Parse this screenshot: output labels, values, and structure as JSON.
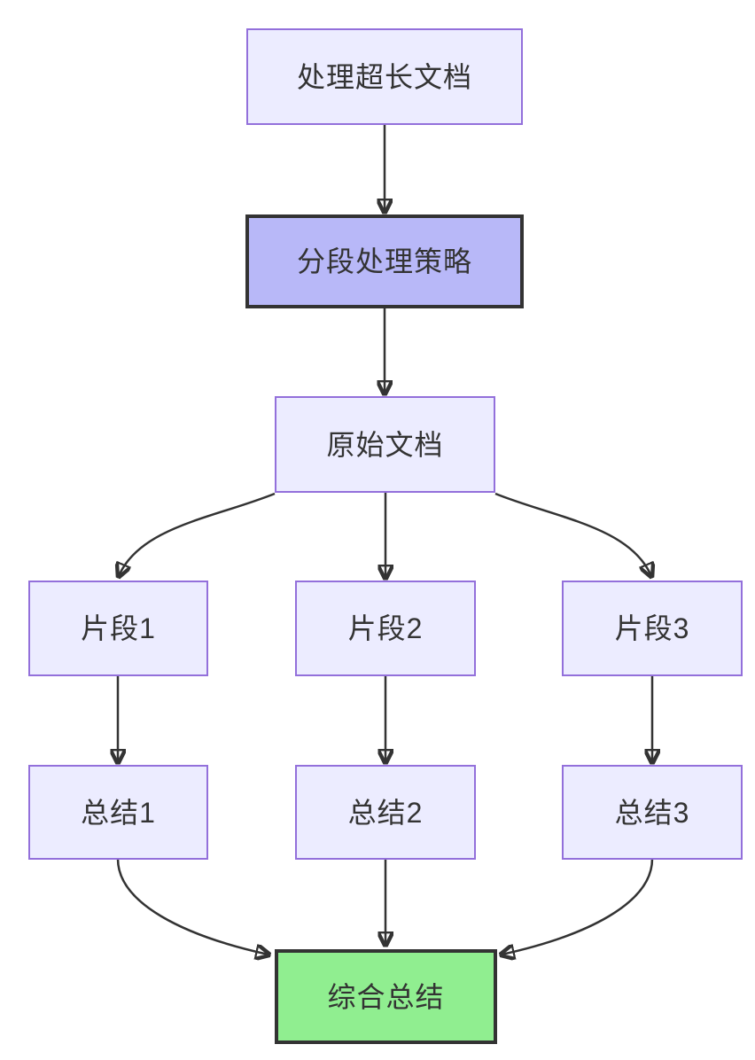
{
  "diagram": {
    "type": "flowchart",
    "direction": "top-down",
    "nodes": [
      {
        "id": "doc",
        "label": "处理超长文档",
        "variant": "default"
      },
      {
        "id": "strategy",
        "label": "分段处理策略",
        "variant": "emphasis-purple"
      },
      {
        "id": "original",
        "label": "原始文档",
        "variant": "default"
      },
      {
        "id": "frag1",
        "label": "片段1",
        "variant": "default"
      },
      {
        "id": "frag2",
        "label": "片段2",
        "variant": "default"
      },
      {
        "id": "frag3",
        "label": "片段3",
        "variant": "default"
      },
      {
        "id": "sum1",
        "label": "总结1",
        "variant": "default"
      },
      {
        "id": "sum2",
        "label": "总结2",
        "variant": "default"
      },
      {
        "id": "sum3",
        "label": "总结3",
        "variant": "default"
      },
      {
        "id": "final",
        "label": "综合总结",
        "variant": "emphasis-green"
      }
    ],
    "edges": [
      {
        "from": "doc",
        "to": "strategy"
      },
      {
        "from": "strategy",
        "to": "original"
      },
      {
        "from": "original",
        "to": "frag1"
      },
      {
        "from": "original",
        "to": "frag2"
      },
      {
        "from": "original",
        "to": "frag3"
      },
      {
        "from": "frag1",
        "to": "sum1"
      },
      {
        "from": "frag2",
        "to": "sum2"
      },
      {
        "from": "frag3",
        "to": "sum3"
      },
      {
        "from": "sum1",
        "to": "final"
      },
      {
        "from": "sum2",
        "to": "final"
      },
      {
        "from": "sum3",
        "to": "final"
      }
    ],
    "colors": {
      "background": "#ffffff",
      "node_fill": "#ECECFF",
      "node_border": "#9370DB",
      "emphasis_purple_fill": "#B8B8F8",
      "emphasis_green_fill": "#90EE90",
      "emphasis_border": "#333333",
      "edge": "#333333",
      "text": "#333333"
    }
  }
}
